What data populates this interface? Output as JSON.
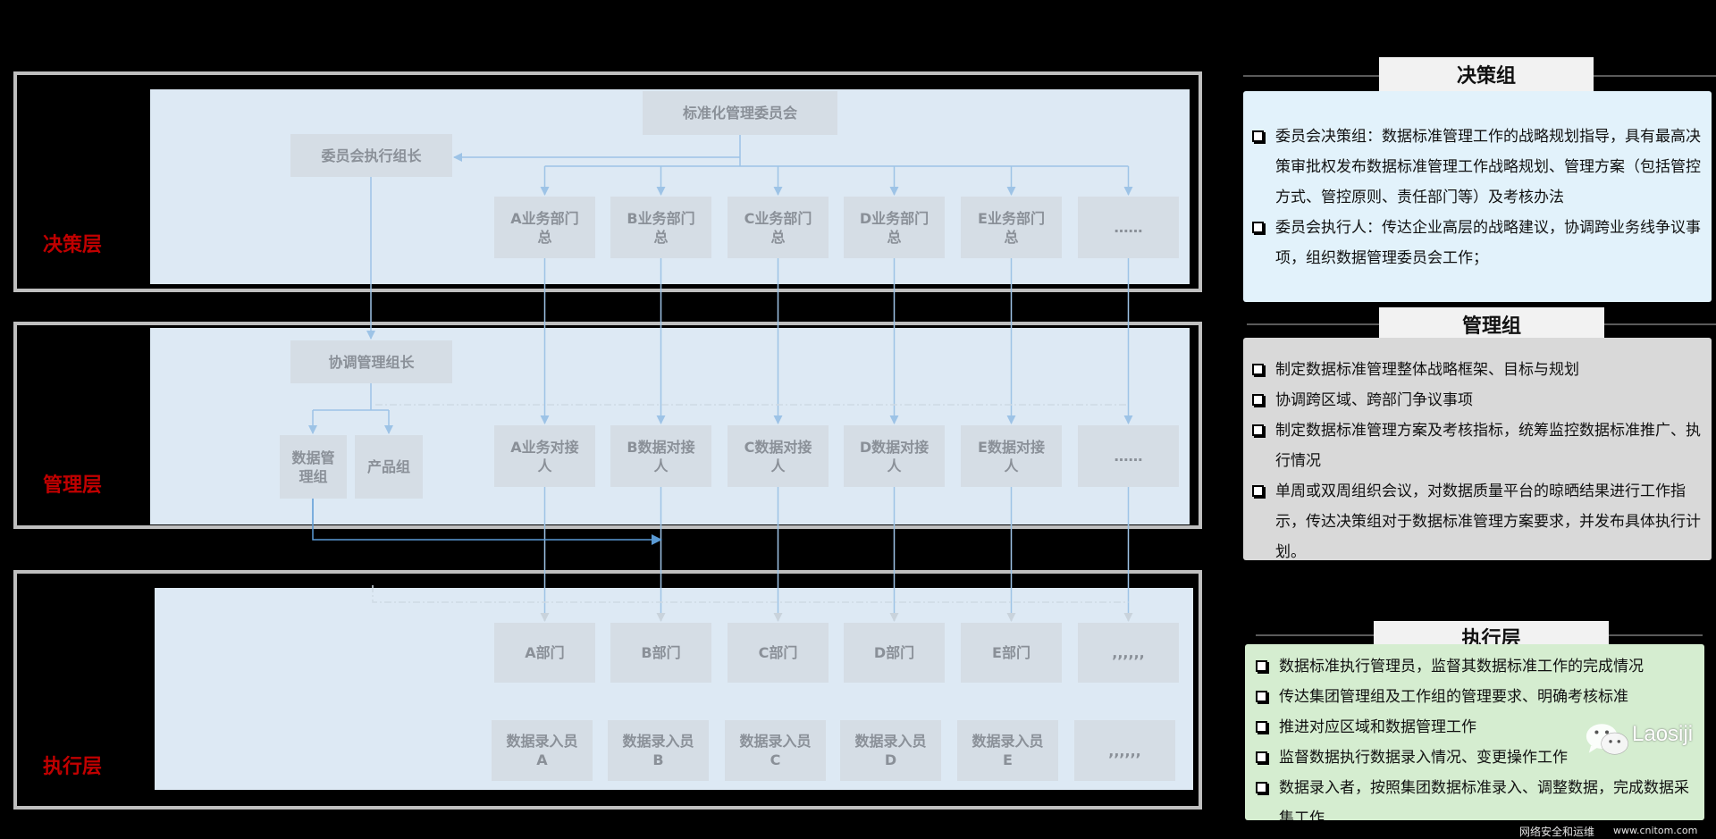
{
  "layers": {
    "decision": "决策层",
    "management": "管理层",
    "execution": "执行层"
  },
  "decision_layer": {
    "committee": "标准化管理委员会",
    "exec_leader": "委员会执行组长",
    "departments": [
      "A业务部门总",
      "B业务部门总",
      "C业务部门总",
      "D业务部门总",
      "E业务部门总",
      "……"
    ]
  },
  "management_layer": {
    "coordinator": "协调管理组长",
    "data_group": "数据管理组",
    "product_group": "产品组",
    "contacts": [
      "A业务对接人",
      "B数据对接人",
      "C数据对接人",
      "D数据对接人",
      "E数据对接人",
      "……"
    ]
  },
  "execution_layer": {
    "departments": [
      "A部门",
      "B部门",
      "C部门",
      "D部门",
      "E部门",
      ",,,,,,"
    ],
    "data_entry": [
      "数据录入员A",
      "数据录入员B",
      "数据录入员C",
      "数据录入员D",
      "数据录入员E",
      ",,,,,,"
    ]
  },
  "right_panels": {
    "decision": {
      "title": "决策组",
      "items": [
        "委员会决策组：数据标准管理工作的战略规划指导，具有最高决策审批权发布数据标准管理工作战略规划、管理方案（包括管控方式、管控原则、责任部门等）及考核办法",
        "委员会执行人：传达企业高层的战略建议，协调跨业务线争议事项，组织数据管理委员会工作；"
      ]
    },
    "management": {
      "title": "管理组",
      "items": [
        "制定数据标准管理整体战略框架、目标与规划",
        "协调跨区域、跨部门争议事项",
        "制定数据标准管理方案及考核指标，统筹监控数据标准推广、执行情况",
        "单周或双周组织会议，对数据质量平台的晾晒结果进行工作指示，传达决策组对于数据标准管理方案要求，并发布具体执行计划。"
      ]
    },
    "execution": {
      "title": "执行层",
      "items": [
        "数据标准执行管理员，监督其数据标准工作的完成情况",
        "传达集团管理组及工作组的管理要求、明确考核标准",
        "推进对应区域和数据管理工作",
        "监督数据执行数据录入情况、变更操作工作",
        "数据录入者，按照集团数据标准录入、调整数据，完成数据采集工作"
      ]
    }
  },
  "watermark": {
    "brand": "Laosiji",
    "site_name": "网络安全和运维",
    "site_url": "www.cnitom.com"
  },
  "colors": {
    "connector": "#9dc3e6",
    "layer_label": "#c00000",
    "decision_panel": "#e2f2fb",
    "management_panel": "#d9d9d9",
    "execution_panel": "#d5edd0"
  }
}
